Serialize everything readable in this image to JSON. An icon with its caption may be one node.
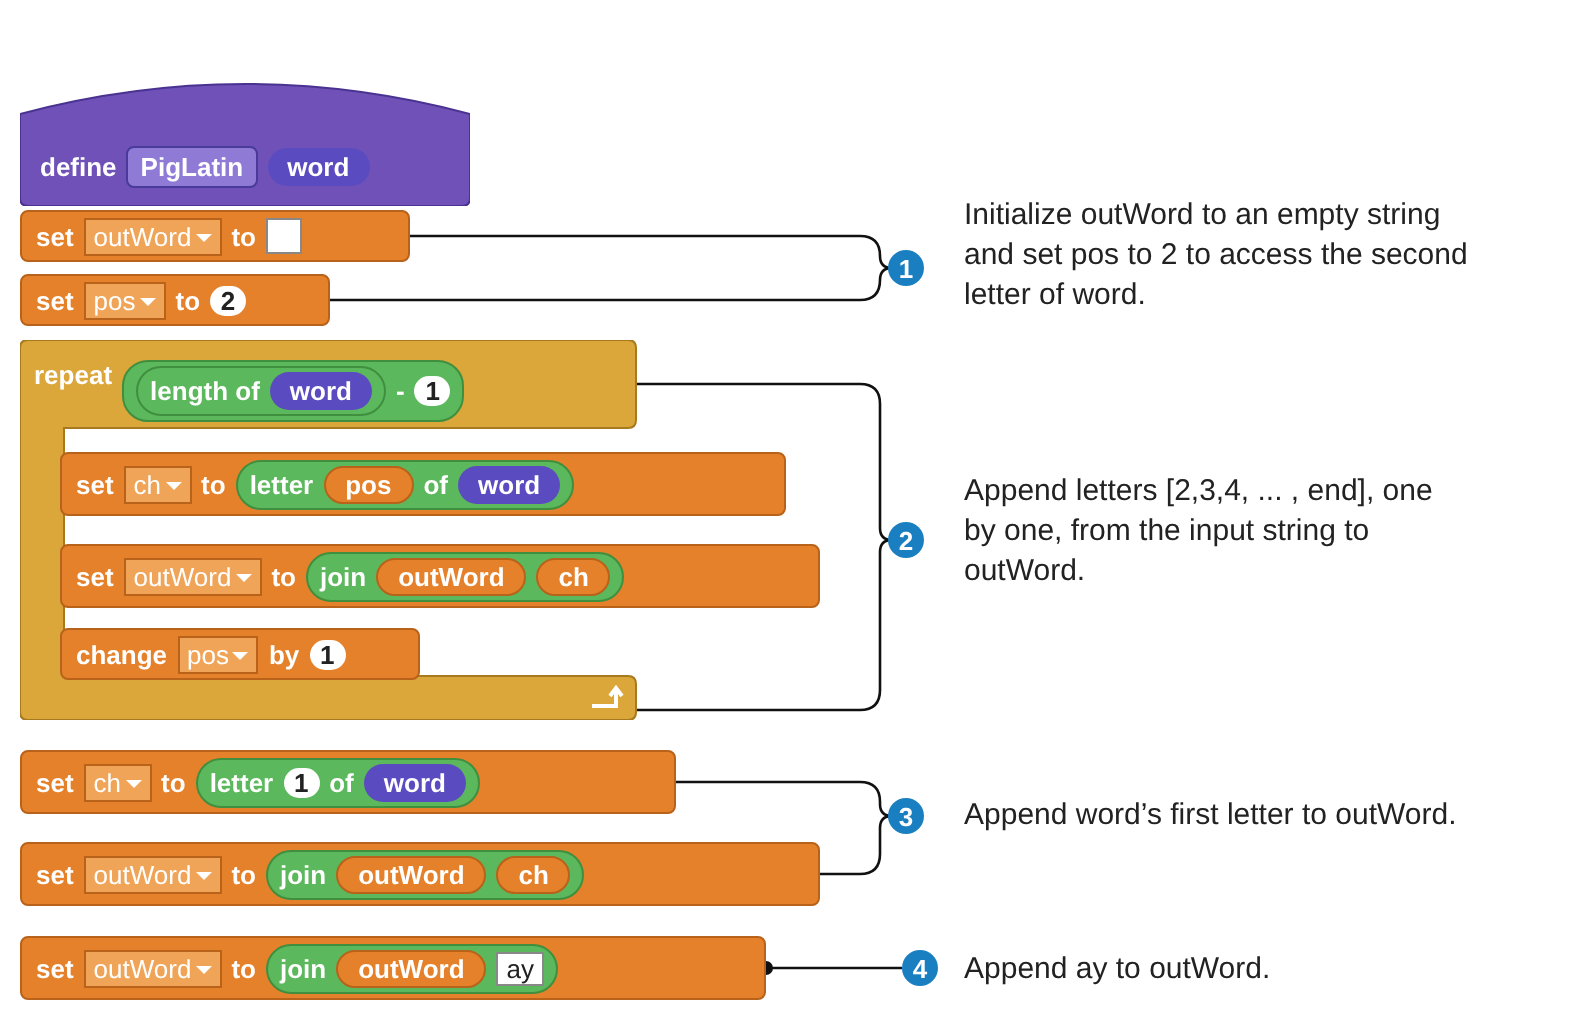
{
  "diagram": {
    "nodes": [
      {
        "text": [
          "define",
          "PigLatin",
          "word"
        ]
      },
      {
        "text": [
          "set",
          "outWord",
          "to"
        ]
      },
      {
        "text": [
          "set",
          "pos",
          "to",
          "2"
        ]
      },
      {
        "text": [
          "repeat",
          "length of",
          "word",
          "-",
          "1"
        ]
      },
      {
        "text": [
          "set",
          "ch",
          "to",
          "letter",
          "pos",
          "of",
          "word"
        ]
      },
      {
        "text": [
          "set",
          "outWord",
          "to",
          "join",
          "outWord",
          "ch"
        ]
      },
      {
        "text": [
          "change",
          "pos",
          "by",
          "1"
        ],
        "in": 3
      },
      {
        "text": [
          "set",
          "ch",
          "to",
          "letter",
          "1",
          "of",
          "word"
        ]
      },
      {
        "text": [
          "set",
          "outWord",
          "to",
          "join",
          "outWord",
          "ch"
        ]
      },
      {
        "text": [
          "set",
          "outWord",
          "to",
          "join",
          "outWord",
          "ay"
        ]
      },
      {
        "text": [
          "1"
        ],
        "beside": [
          "Initialize outWord to an empty string and set pos to 2 to access the second letter of word."
        ]
      },
      {
        "text": [
          "2"
        ],
        "beside": [
          "Append letters [2,3,4, ... , end], one by one, from the input string to outWord."
        ]
      },
      {
        "text": [
          "3"
        ],
        "beside": [
          "Append word’s first letter to outWord."
        ]
      },
      {
        "text": [
          "4"
        ],
        "beside": [
          "Append ay to outWord."
        ]
      }
    ],
    "edges": [
      {
        "from": 1,
        "to": 10,
        "arrow": "none"
      },
      {
        "from": 2,
        "to": 10,
        "arrow": "none"
      },
      {
        "from": 3,
        "to": 11,
        "arrow": "none"
      },
      {
        "from": 7,
        "to": 12,
        "arrow": "none"
      },
      {
        "from": 8,
        "to": 12,
        "arrow": "none"
      },
      {
        "from": 9,
        "to": 13,
        "arrow": "other"
      }
    ]
  }
}
